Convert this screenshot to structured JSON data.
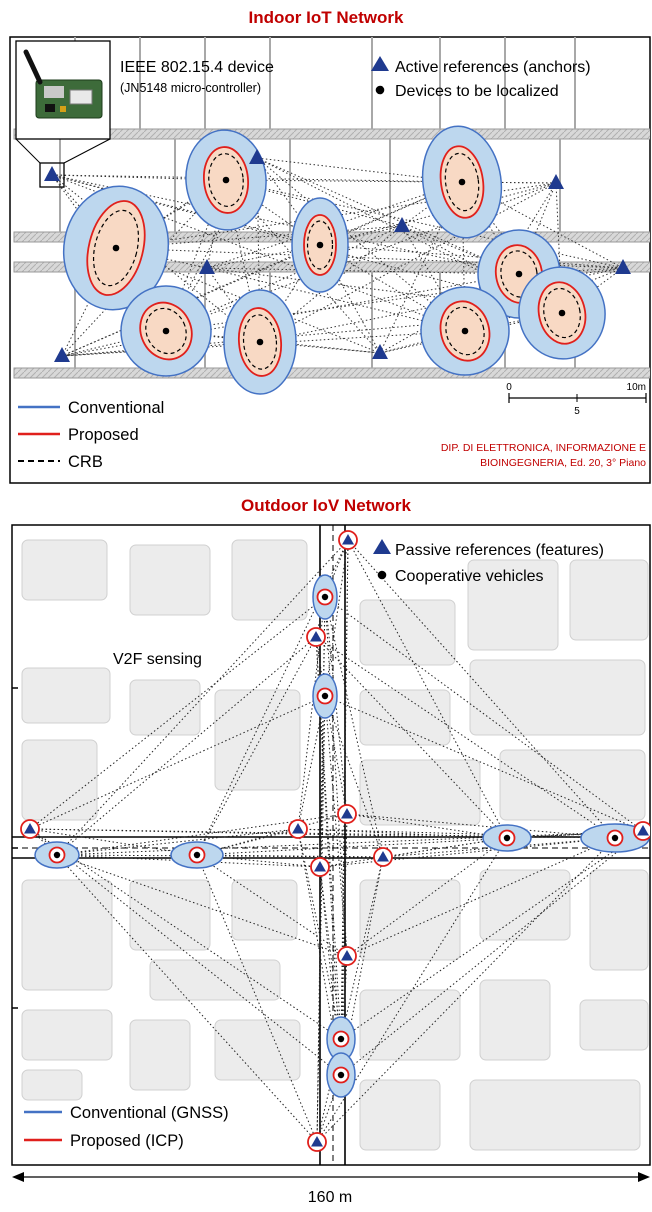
{
  "indoor": {
    "title": "Indoor IoT Network",
    "device_label": "IEEE 802.15.4 device",
    "device_sub": "(JN5148 micro-controller)",
    "legend_anchor": "Active references (anchors)",
    "legend_device": "Devices to be localized",
    "legend_conventional": "Conventional",
    "legend_proposed": "Proposed",
    "legend_crb": "CRB",
    "scale_0": "0",
    "scale_5": "5",
    "scale_10": "10m",
    "institution_line1": "DIP. DI ELETTRONICA, INFORMAZIONE E",
    "institution_line2": "BIOINGEGNERIA, Ed. 20, 3° Piano"
  },
  "outdoor": {
    "title": "Outdoor IoV Network",
    "legend_features": "Passive references (features)",
    "legend_vehicles": "Cooperative vehicles",
    "v2f_label": "V2F sensing",
    "legend_conventional": "Conventional (GNSS)",
    "legend_proposed": "Proposed (ICP)",
    "scale_label": "160 m"
  },
  "colors": {
    "title": "#c00000",
    "anchor": "#1f3a8f",
    "conventional": "#4472c4",
    "proposed": "#e0201c",
    "ellipse_fill": "#bdd7ee",
    "inner_fill": "#f8d9c4",
    "building": "#ececec"
  },
  "icons": [
    "triangle-anchor-icon",
    "dot-device-icon",
    "device-photo-icon"
  ]
}
